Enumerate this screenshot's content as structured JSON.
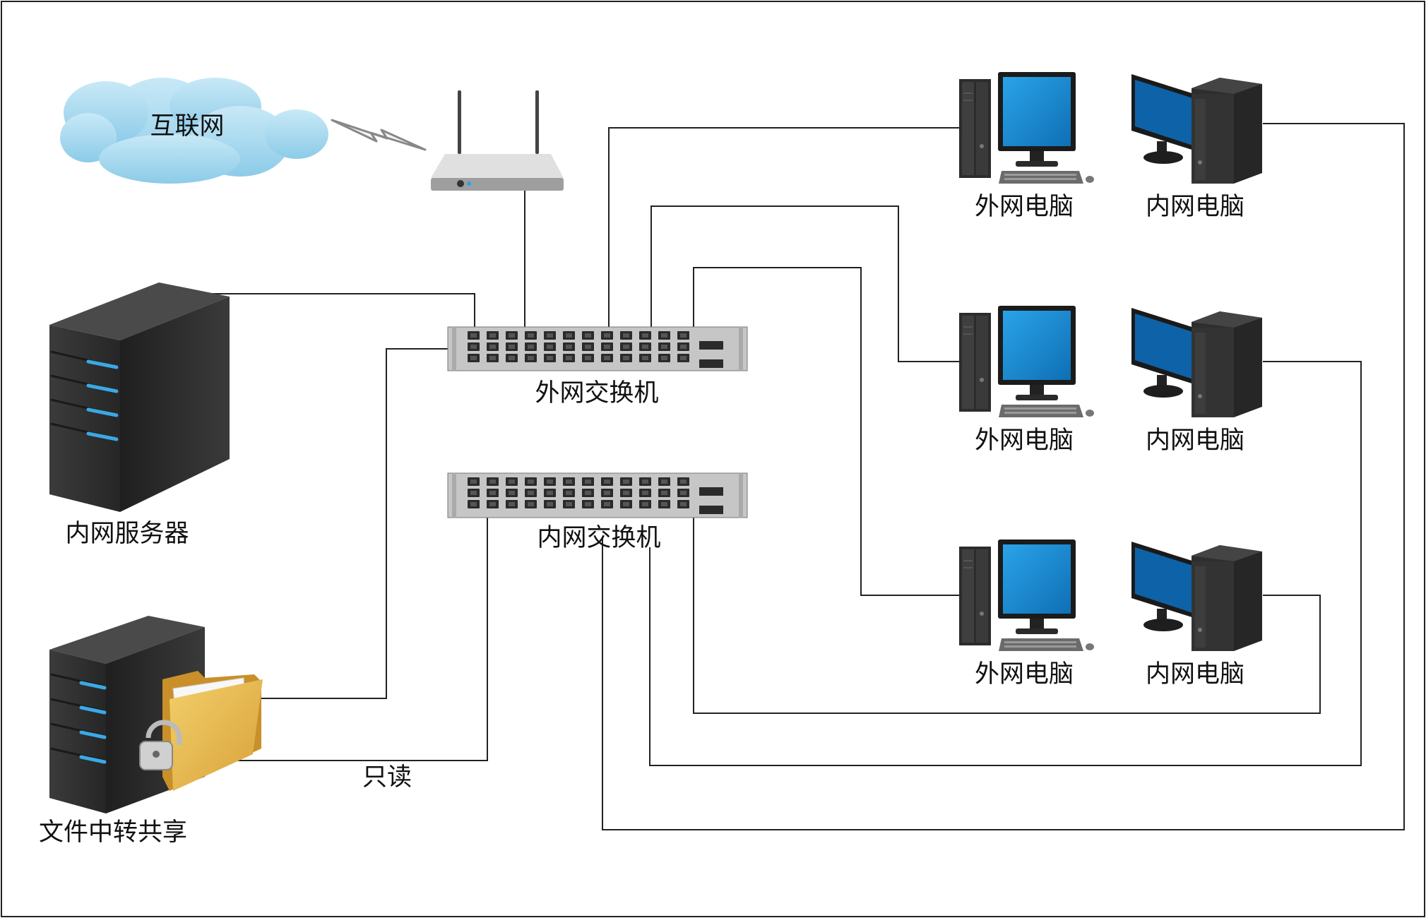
{
  "labels": {
    "internet": "互联网",
    "external_switch": "外网交换机",
    "internal_switch": "内网交换机",
    "internal_server": "内网服务器",
    "file_share": "文件中转共享",
    "read_only": "只读",
    "external_pc_1": "外网电脑",
    "internal_pc_1": "内网电脑",
    "external_pc_2": "外网电脑",
    "internal_pc_2": "内网电脑",
    "external_pc_3": "外网电脑",
    "internal_pc_3": "内网电脑"
  },
  "colors": {
    "cloud": "#a9d9ef",
    "server_dark": "#2e2e2e",
    "led": "#3aa9e8",
    "monitor_screen": "#1a8fd6",
    "switch_body": "#bdbdbd",
    "folder": "#e6b84a",
    "line": "#222222"
  }
}
